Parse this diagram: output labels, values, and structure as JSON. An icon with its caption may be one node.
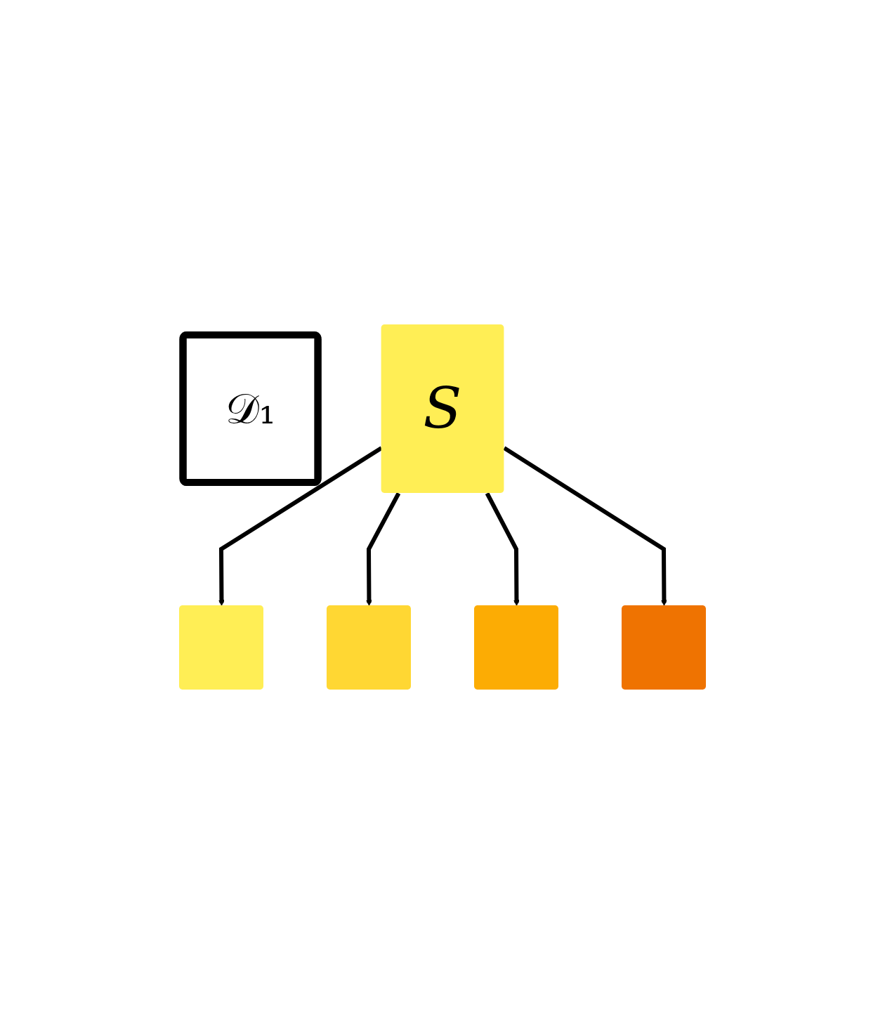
{
  "diagram": {
    "nodes": [
      {
        "text": [
          "𝒟₁"
        ]
      },
      {
        "text": [
          "S"
        ]
      },
      {
        "text": [],
        "shape": "box"
      },
      {
        "text": [],
        "shape": "box"
      },
      {
        "text": [],
        "shape": "box"
      },
      {
        "text": [],
        "shape": "box"
      }
    ],
    "edges": [
      {
        "from": 1,
        "to": 2,
        "arrow": "to"
      },
      {
        "from": 1,
        "to": 3,
        "arrow": "to"
      },
      {
        "from": 1,
        "to": 4,
        "arrow": "to"
      },
      {
        "from": 1,
        "to": 5,
        "arrow": "to"
      }
    ]
  }
}
